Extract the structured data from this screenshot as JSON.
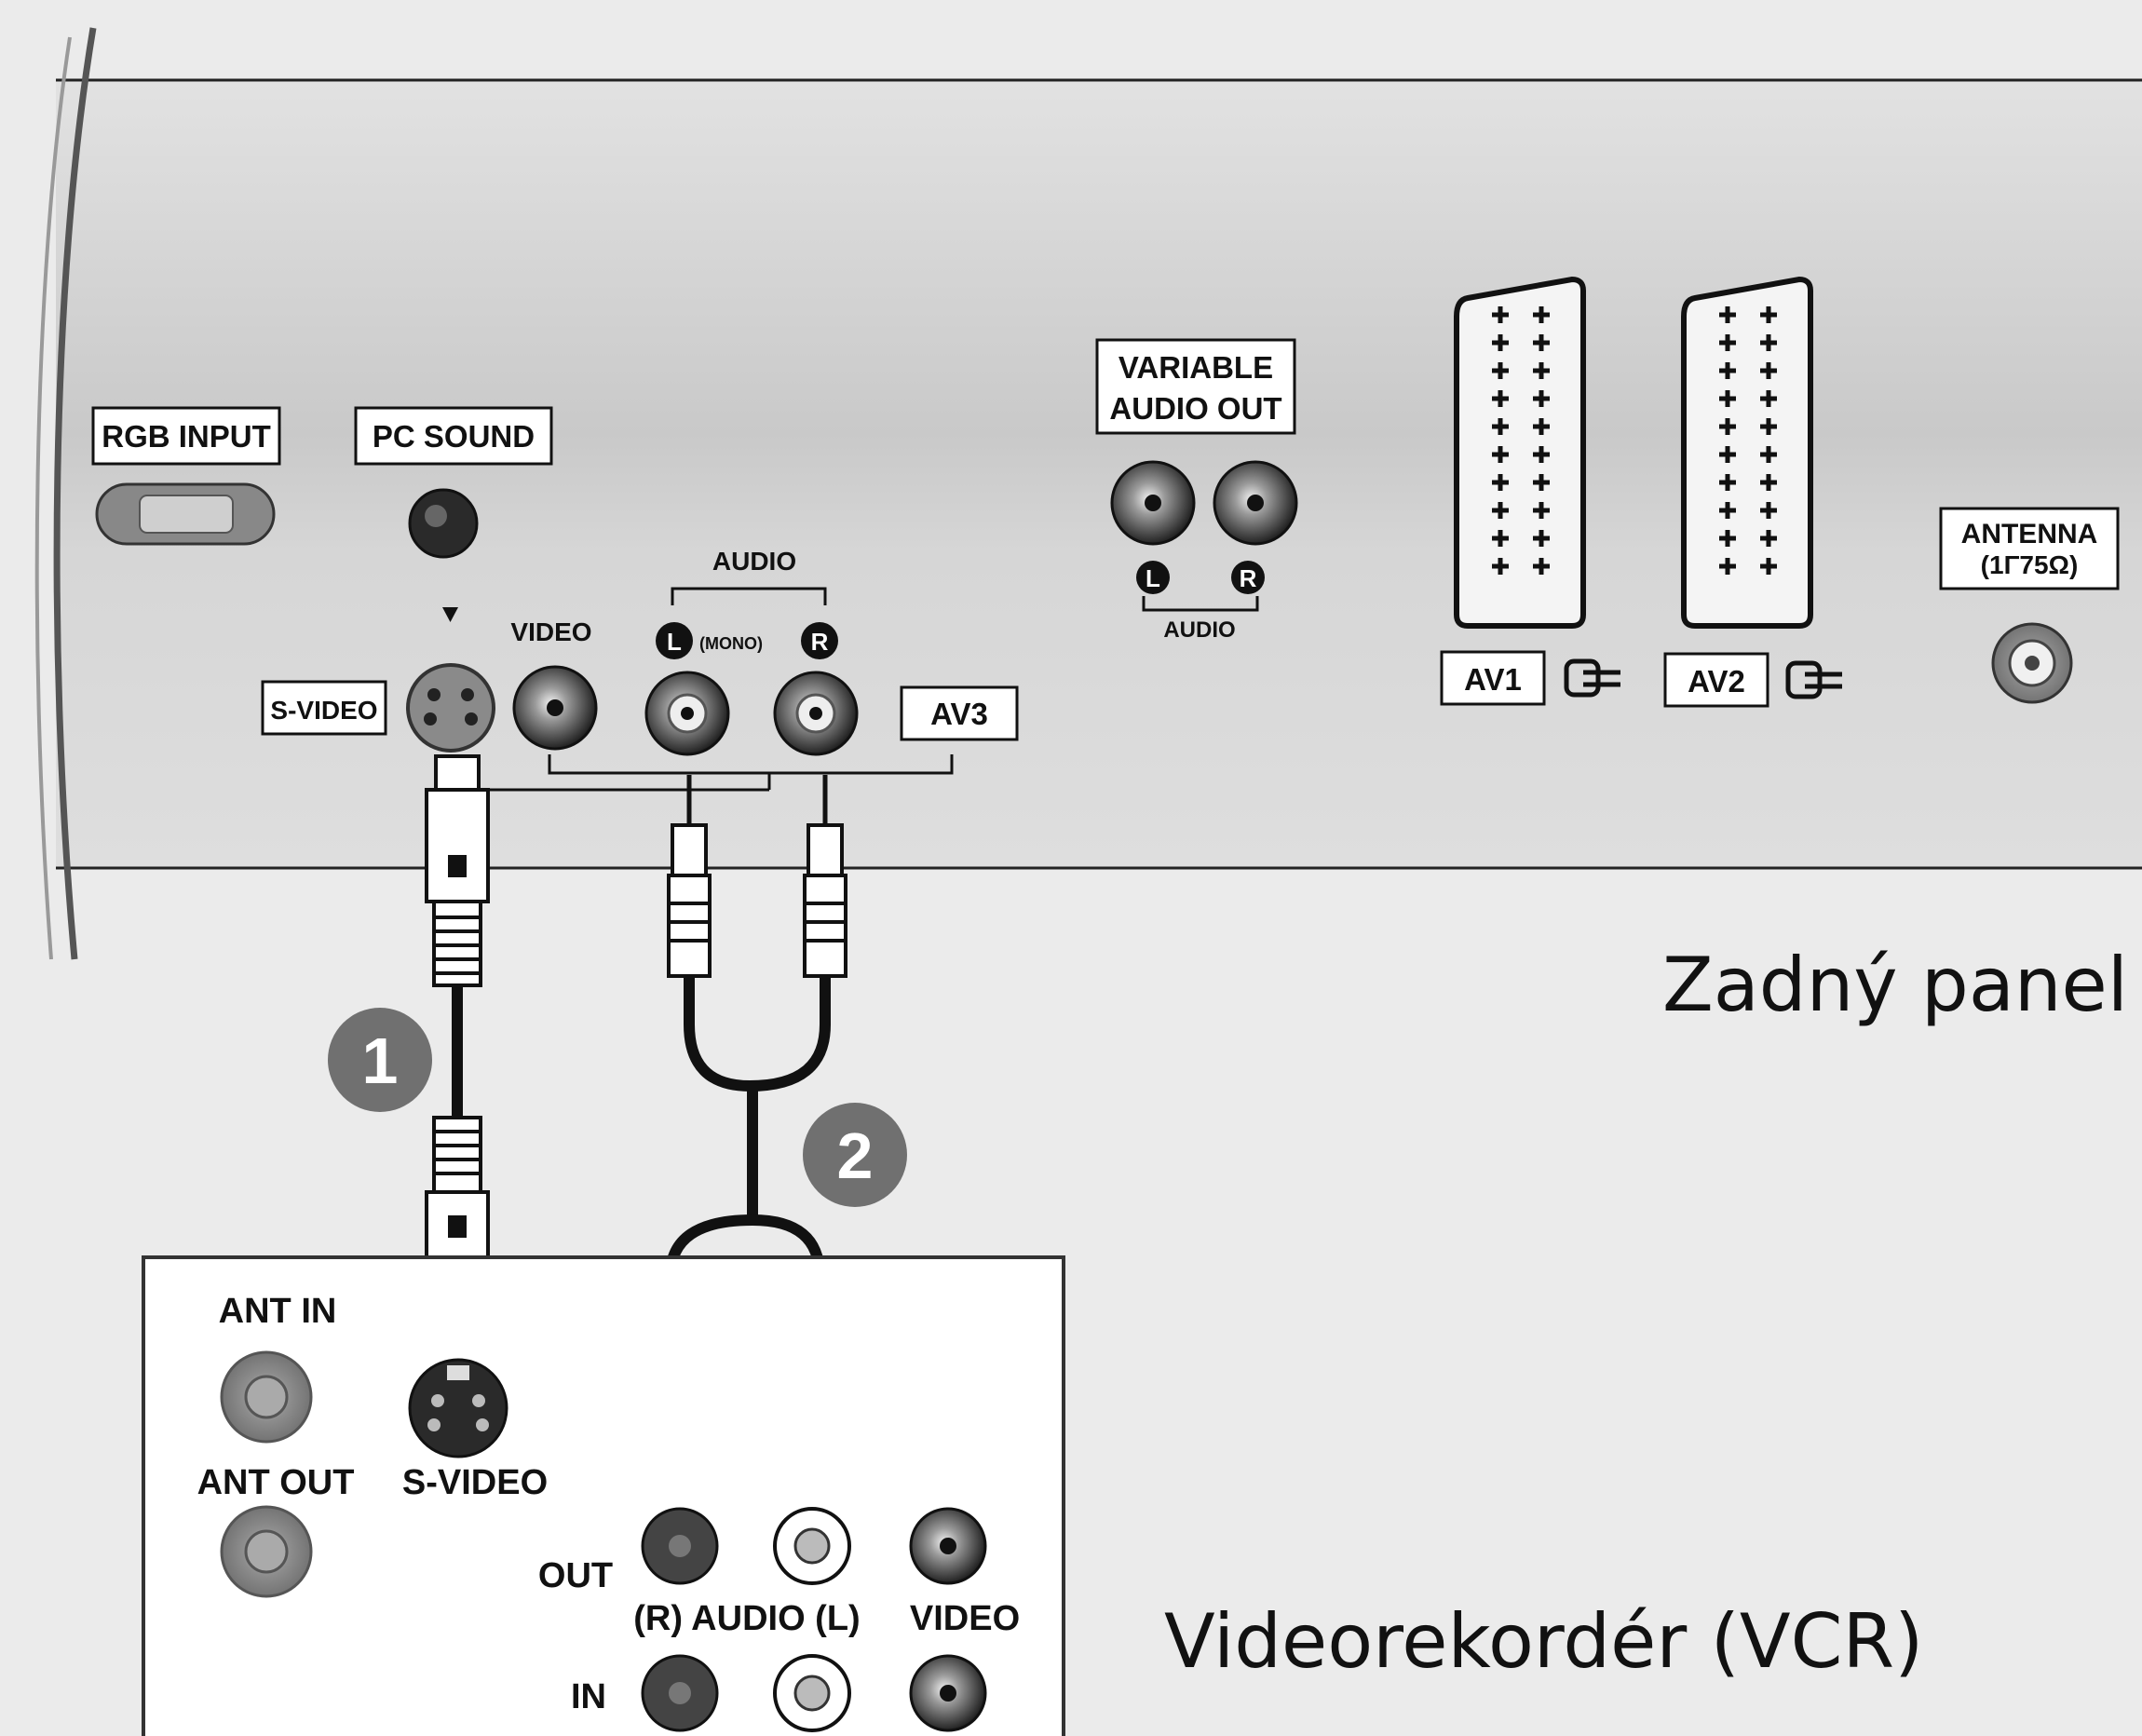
{
  "panel": {
    "title": "Zadný panel",
    "labels": {
      "rgb_input": "RGB INPUT",
      "pc_sound": "PC SOUND",
      "variable_audio_out_line1": "VARIABLE",
      "variable_audio_out_line2": "AUDIO OUT",
      "audio_top": "AUDIO",
      "audio_left_badge": "L",
      "audio_right_badge": "R",
      "audio_bottom": "AUDIO",
      "av_audio": "AUDIO",
      "video": "VIDEO",
      "mono": "(MONO)",
      "l_badge": "L",
      "r_badge": "R",
      "s_video": "S-VIDEO",
      "av3": "AV3",
      "av1": "AV1",
      "av2": "AV2",
      "antenna_line1": "ANTENNA",
      "antenna_line2": "(1Γ75Ω)"
    }
  },
  "callouts": {
    "one": "1",
    "two": "2"
  },
  "vcr": {
    "title": "Videorekordér (VCR)",
    "labels": {
      "ant_in": "ANT IN",
      "ant_out": "ANT OUT",
      "s_video": "S-VIDEO",
      "out": "OUT",
      "in": "IN",
      "audio": "(R) AUDIO (L)",
      "video": "VIDEO"
    }
  }
}
